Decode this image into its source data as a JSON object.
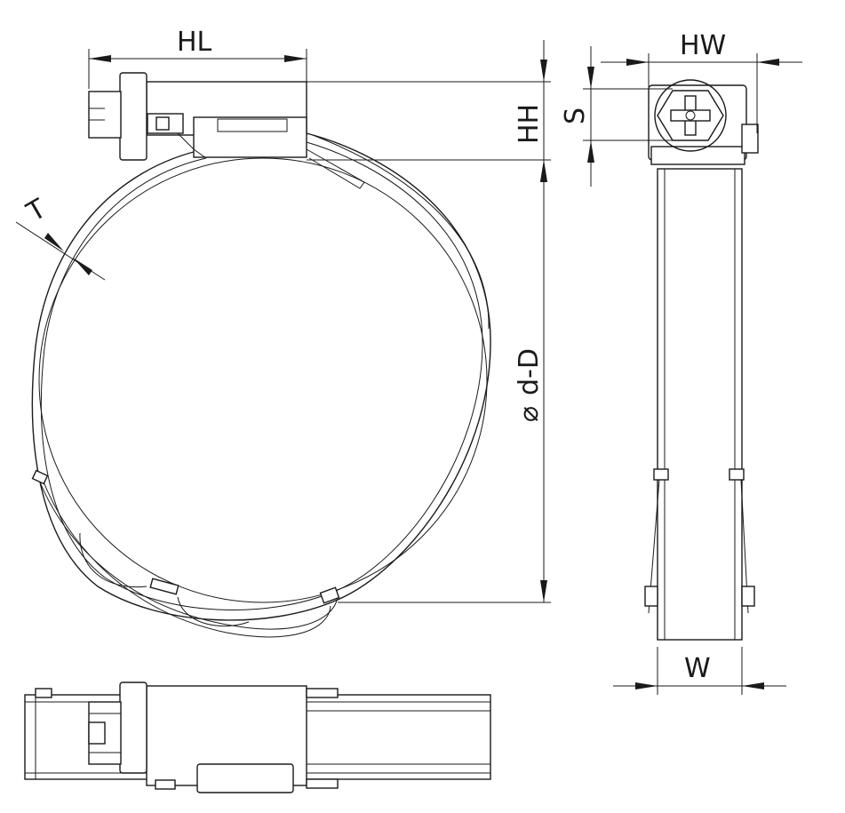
{
  "labels": {
    "hl": "HL",
    "hh": "HH",
    "t": "T",
    "dd": "d-D",
    "diameter_symbol": "⌀",
    "hw": "HW",
    "s": "S",
    "w": "W"
  }
}
